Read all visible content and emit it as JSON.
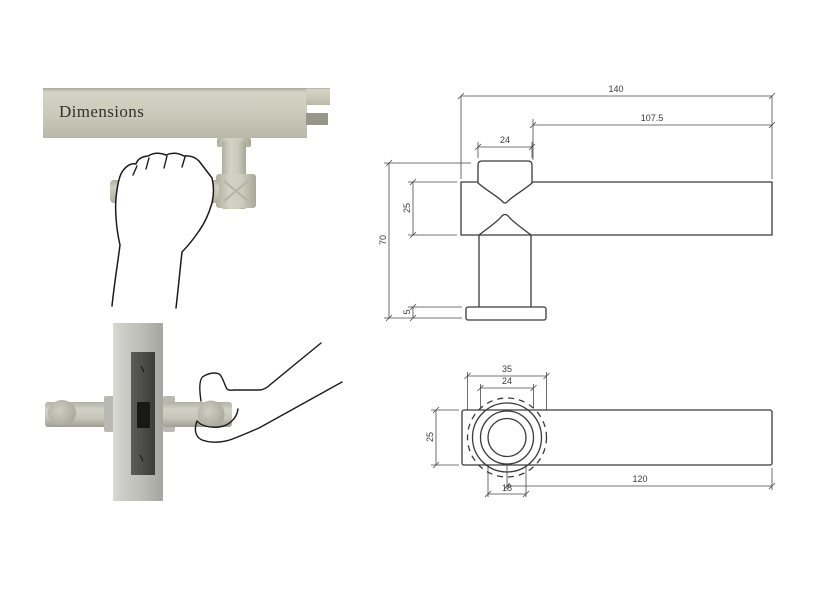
{
  "title": "Dimensions",
  "colors": {
    "dim_line": "#4a4a4a",
    "outline": "#3a3a3a",
    "hand_stroke": "#1b1b1b",
    "handle_beige": "#cbcaba",
    "hardware_grey": "#96968a",
    "latch_black": "#181814"
  },
  "side_view": {
    "dims": {
      "overall_length": "140",
      "lever_length": "107.5",
      "neck_width": "24",
      "lever_height": "25",
      "overall_height": "70",
      "rose_thickness": "5"
    }
  },
  "top_view": {
    "dims": {
      "rose_diameter": "35",
      "hub_diameter": "24",
      "lever_width": "25",
      "spindle_diameter": "18",
      "lever_length": "120"
    }
  }
}
